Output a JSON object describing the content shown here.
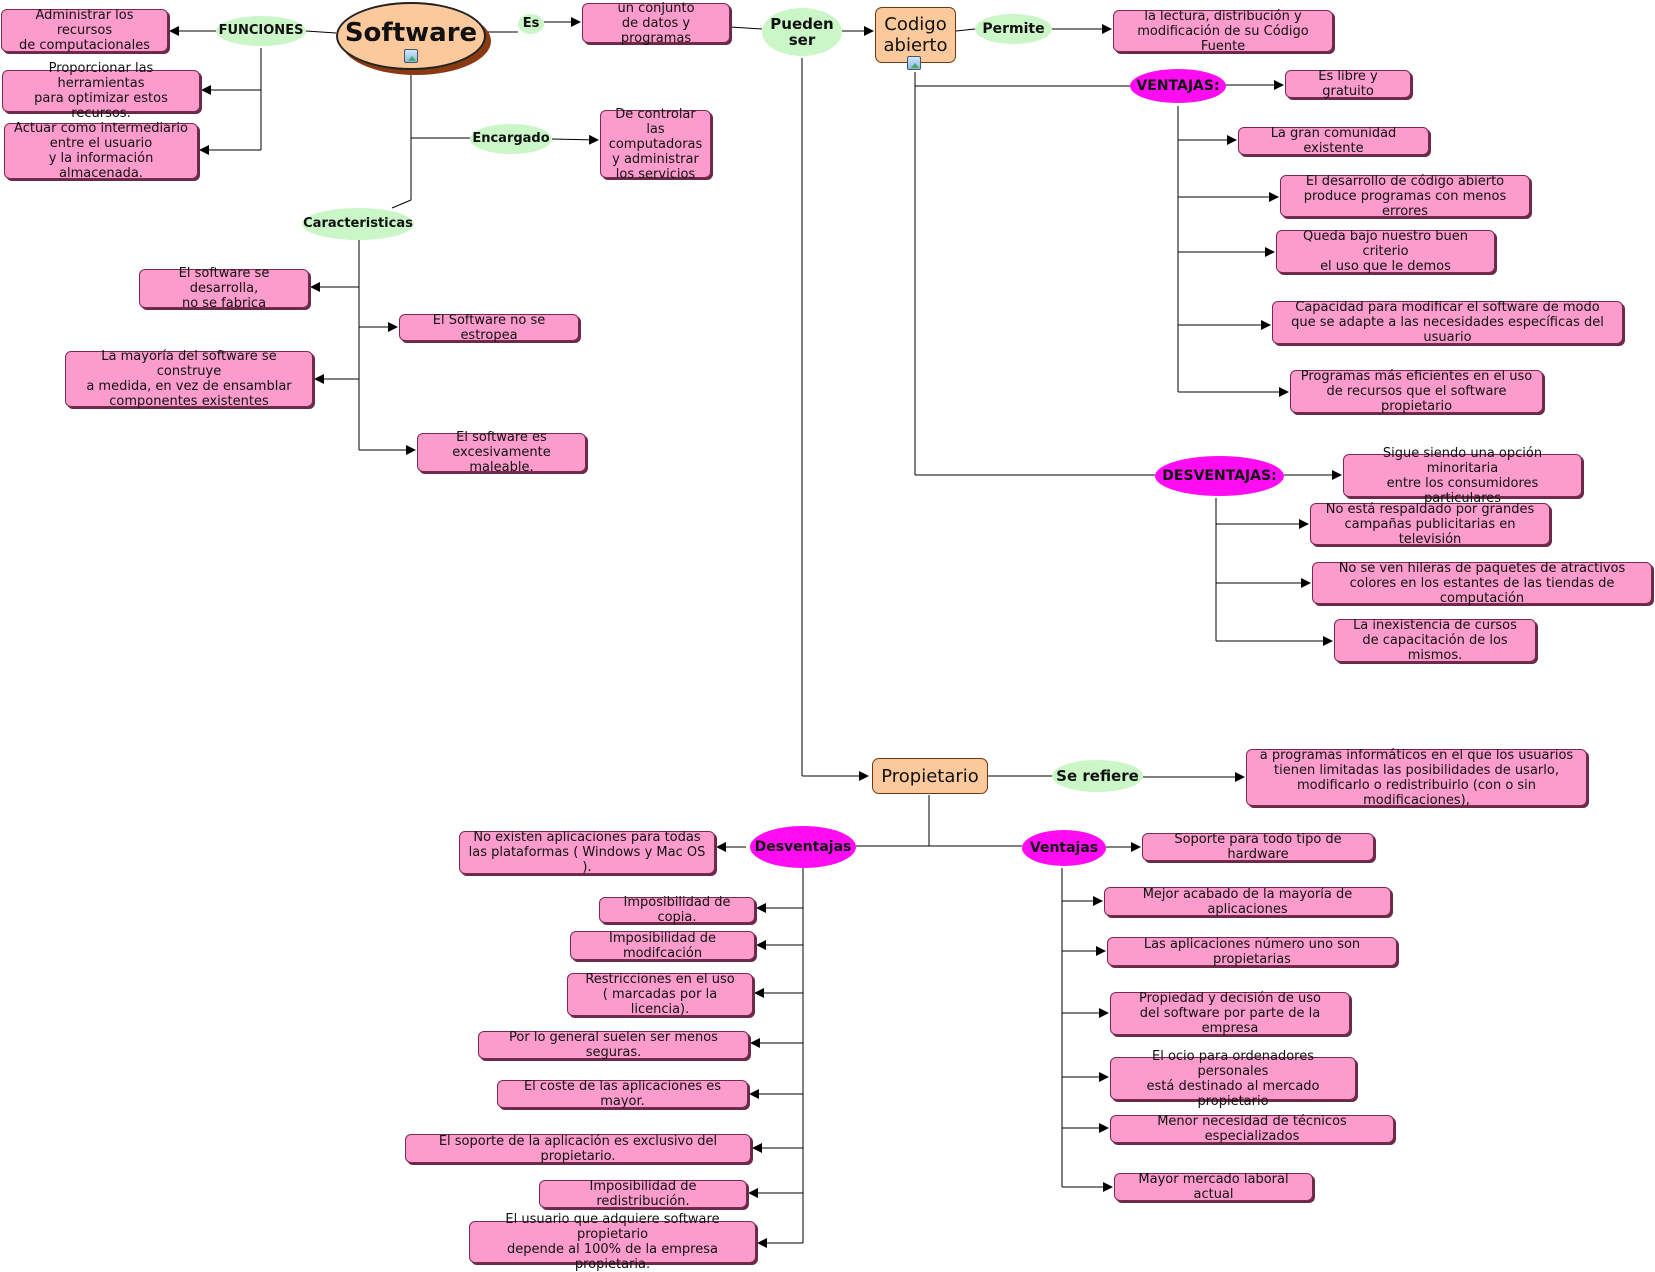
{
  "root": {
    "label": "Software"
  },
  "hubs": {
    "funciones": "FUNCIONES",
    "es": "Es",
    "pueden_ser": "Pueden\nser",
    "encargado": "Encargado",
    "caracteristicas": "Caracteristicas",
    "permite": "Permite",
    "se_refiere": "Se refiere"
  },
  "categories": {
    "codigo_abierto": "Codigo\nabierto",
    "propietario": "Propietario"
  },
  "tags": {
    "ventajas_ca": "VENTAJAS:",
    "desventajas_ca": "DESVENTAJAS:",
    "desventajas_p": "Desventajas",
    "ventajas_p": "Ventajas"
  },
  "funciones": [
    "Administrar los recursos\nde computacionales",
    "Proporcionar las herramientas\npara optimizar estos recursos.",
    "Actuar como intermediario\nentre el usuario\ny la información almacenada."
  ],
  "definicion": "un conjunto\nde datos y programas",
  "encargado_de": "De controlar las\ncomputadoras\ny administrar\nlos servicios",
  "caracteristicas": [
    "El software se desarrolla,\nno se fabrica",
    "El Software no se estropea",
    "La mayoría del software se construye\na medida, en vez de ensamblar\ncomponentes existentes",
    "El software es\nexcesivamente maleable."
  ],
  "codigo_abierto_permite": "la lectura, distribución y\nmodificación de su Código Fuente",
  "ventajas_codigo_abierto": [
    "Es libre y gratuito",
    "La gran comunidad existente",
    "El desarrollo de código abierto\nproduce programas con menos errores",
    "Queda bajo nuestro buen criterio\nel uso que le demos",
    "Capacidad para modificar el software de modo\nque se adapte a las necesidades específicas del usuario",
    "Programas más eficientes en el uso\nde recursos que el software propietario"
  ],
  "desventajas_codigo_abierto": [
    "Sigue siendo una opción minoritaria\nentre los consumidores particulares",
    "No está respaldado por grandes\ncampañas publicitarias en televisión",
    "No se ven hileras de paquetes de atractivos\ncolores en los estantes de las tiendas de computación",
    "La inexistencia de cursos\nde capacitación de los mismos."
  ],
  "propietario_se_refiere": "a programas informáticos en el que los usuarios\ntienen limitadas las posibilidades de usarlo,\nmodificarlo o redistribuirlo (con o sin modificaciones),",
  "desventajas_propietario": [
    "No existen aplicaciones para todas\nlas plataformas ( Windows y Mac OS ).",
    "Imposibilidad de copia.",
    "Imposibilidad de modifcación",
    "Restricciones en el uso\n( marcadas por la licencia).",
    "Por lo general suelen ser menos seguras.",
    "El coste de las aplicaciones es mayor.",
    "El soporte de la aplicación es exclusivo del propietario.",
    "Imposibilidad de redistribución.",
    "El usuario que adquiere software propietario\ndepende al 100% de la empresa propietaria."
  ],
  "ventajas_propietario": [
    "Soporte para todo tipo de hardware",
    "Mejor acabado de la mayoría de aplicaciones",
    "Las aplicaciones número uno son propietarias",
    "Propiedad y decisión de uso\ndel software por parte de la empresa",
    "El ocio para ordenadores personales\nestá destinado al mercado propietario",
    "Menor necesidad de técnicos especializados",
    "Mayor mercado laboral actual"
  ],
  "icons": [
    "image-icon"
  ]
}
